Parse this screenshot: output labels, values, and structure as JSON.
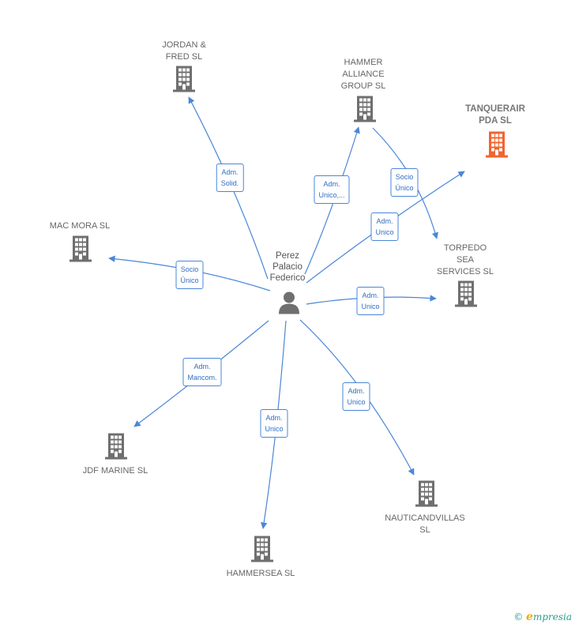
{
  "person": {
    "name": "Perez\nPalacio\nFederico",
    "icon": "person-icon"
  },
  "companies": [
    {
      "id": "jordan",
      "name": "JORDAN &\nFRED  SL",
      "icon": "building-icon",
      "focus": false
    },
    {
      "id": "hammer",
      "name": "HAMMER\nALLIANCE\nGROUP  SL",
      "icon": "building-icon",
      "focus": false
    },
    {
      "id": "tanquerair",
      "name": "TANQUERAIR\nPDA  SL",
      "icon": "building-icon",
      "focus": true
    },
    {
      "id": "macmora",
      "name": "MAC MORA SL",
      "icon": "building-icon",
      "focus": false
    },
    {
      "id": "torpedo",
      "name": "TORPEDO\nSEA\nSERVICES  SL",
      "icon": "building-icon",
      "focus": false
    },
    {
      "id": "jdf",
      "name": "JDF MARINE  SL",
      "icon": "building-icon",
      "focus": false
    },
    {
      "id": "hammersea",
      "name": "HAMMERSEA SL",
      "icon": "building-icon",
      "focus": false
    },
    {
      "id": "nautic",
      "name": "NAUTICANDVILLAS\nSL",
      "icon": "building-icon",
      "focus": false
    }
  ],
  "edges": [
    {
      "id": "e-jordan",
      "label": "Adm.\nSolid."
    },
    {
      "id": "e-hammer",
      "label": "Adm.\nUnico,..."
    },
    {
      "id": "e-hammer-torpedo",
      "label": "Socio\nÚnico"
    },
    {
      "id": "e-tanquerair",
      "label": "Adm.\nUnico"
    },
    {
      "id": "e-macmora",
      "label": "Socio\nÚnico"
    },
    {
      "id": "e-torpedo",
      "label": "Adm.\nUnico"
    },
    {
      "id": "e-jdf",
      "label": "Adm.\nMancom."
    },
    {
      "id": "e-hammersea",
      "label": "Adm.\nUnico"
    },
    {
      "id": "e-nautic",
      "label": "Adm.\nUnico"
    }
  ],
  "colors": {
    "edge": "#4a86d8",
    "building": "#6f6f6f",
    "focus_building": "#f26430",
    "person": "#6f6f6f"
  },
  "footer": {
    "copyright": "©",
    "brand_initial": "e",
    "brand_rest": "mpresia"
  }
}
